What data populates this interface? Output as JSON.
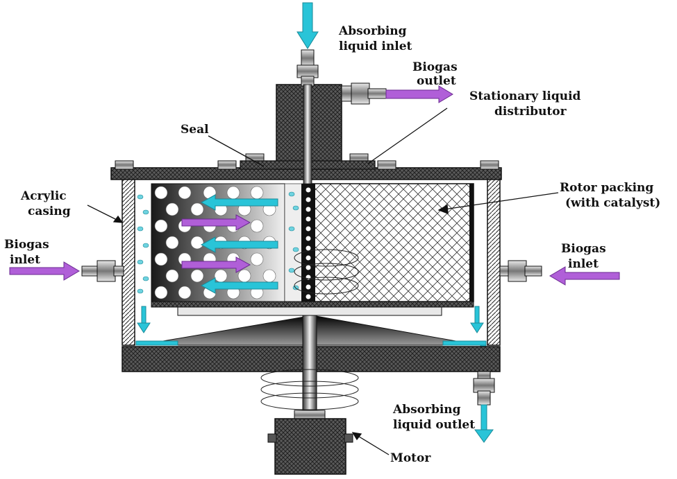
{
  "labels": {
    "absorbing_inlet_1": "Absorbing",
    "absorbing_inlet_2": "liquid inlet",
    "biogas_outlet_1": "Biogas",
    "biogas_outlet_2": "outlet",
    "stationary_1": "Stationary liquid",
    "stationary_2": "distributor",
    "seal": "Seal",
    "acrylic_1": "Acrylic",
    "acrylic_2": "casing",
    "rotor_1": "Rotor packing",
    "rotor_2": "(with catalyst)",
    "biogas_inlet_left_1": "Biogas",
    "biogas_inlet_left_2": "inlet",
    "biogas_inlet_right_1": "Biogas",
    "biogas_inlet_right_2": "inlet",
    "absorbing_outlet_1": "Absorbing",
    "absorbing_outlet_2": "liquid outlet",
    "motor": "Motor"
  },
  "colors": {
    "liquid": "#29c4d8",
    "gas": "#b05fd8",
    "metal_dark": "#3a3a3a",
    "outline": "#111111"
  }
}
